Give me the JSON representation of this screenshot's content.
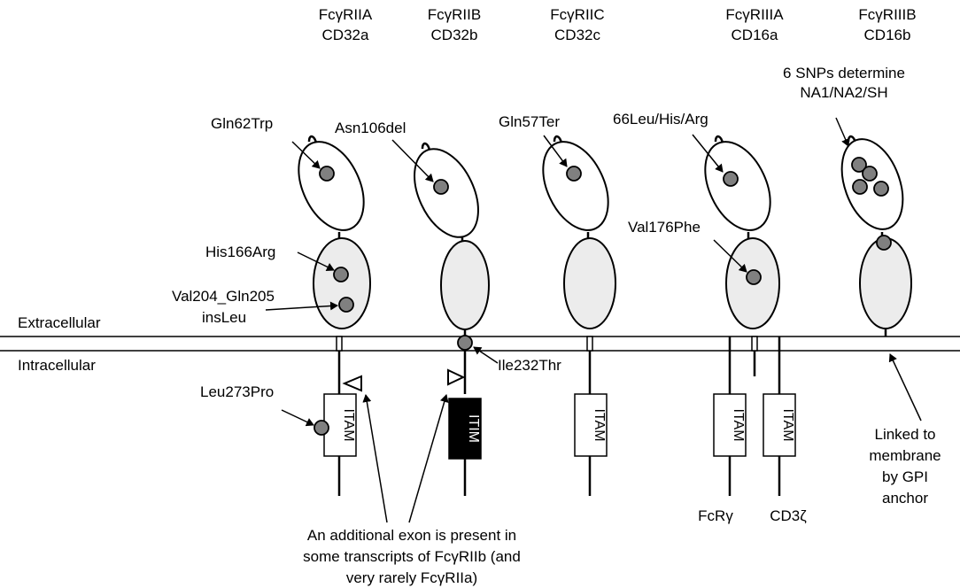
{
  "receptors": [
    {
      "name": "FcγRIIA",
      "cd": "CD32a"
    },
    {
      "name": "FcγRIIB",
      "cd": "CD32b"
    },
    {
      "name": "FcγRIIC",
      "cd": "CD32c"
    },
    {
      "name": "FcγRIIIA",
      "cd": "CD16a"
    },
    {
      "name": "FcγRIIIB",
      "cd": "CD16b"
    }
  ],
  "membrane": {
    "extracellular": "Extracellular",
    "intracellular": "Intracellular"
  },
  "variants": {
    "gln62trp": "Gln62Trp",
    "his166arg": "His166Arg",
    "val204_line1": "Val204_Gln205",
    "val204_line2": "insLeu",
    "leu273pro": "Leu273Pro",
    "asn106del": "Asn106del",
    "ile232thr": "Ile232Thr",
    "gln57ter": "Gln57Ter",
    "leu66": "66Leu/His/Arg",
    "val176phe": "Val176Phe",
    "snps_line1": "6 SNPs determine",
    "snps_line2": "NA1/NA2/SH"
  },
  "motifs": {
    "itam": "ITAM",
    "itim": "ITIM"
  },
  "chains": {
    "fcr_gamma": "FcRγ",
    "cd3_zeta": "CD3ζ"
  },
  "notes": {
    "gpi_line1": "Linked to",
    "gpi_line2": "membrane",
    "gpi_line3": "by GPI",
    "gpi_line4": "anchor",
    "exon_line1": "An additional exon is present in",
    "exon_line2": "some transcripts of FcγRIIb (and",
    "exon_line3": "very rarely FcγRIIa)"
  },
  "colors": {
    "domain_fill": "#ececec",
    "snp_fill": "#808080",
    "itim_fill": "#000000"
  }
}
